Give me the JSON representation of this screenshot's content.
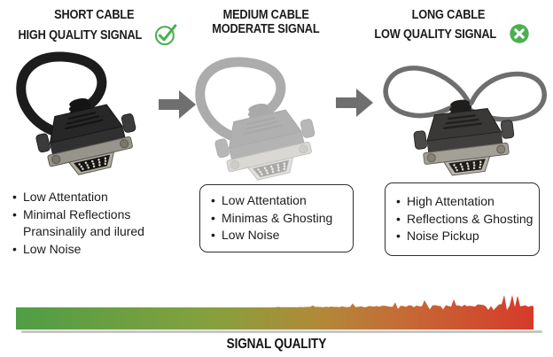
{
  "headers": [
    {
      "line1": "SHORT CABLE",
      "line2": "HIGH QUALITY SIGNAL",
      "icon": "check-circle-icon"
    },
    {
      "line1": "MEDIUM CABLE",
      "line2": "MODERATE SIGNAL",
      "icon": null
    },
    {
      "line1": "LONG CABLE",
      "line2": "LOW QUALITY SIGNAL",
      "icon": "x-circle-icon"
    }
  ],
  "cables": [
    {
      "name": "short-vga-cable"
    },
    {
      "name": "medium-vga-cable-faded"
    },
    {
      "name": "long-vga-cable"
    }
  ],
  "bullet_char": "•",
  "lists": [
    {
      "boxed": false,
      "items": [
        {
          "text": "Low Attentation"
        },
        {
          "text": "Minimal Reflections",
          "wrap": "Pransinalily and ilured"
        },
        {
          "text": "Low Noise"
        }
      ]
    },
    {
      "boxed": true,
      "items": [
        {
          "text": "Low Attentation"
        },
        {
          "text": "Minimas & Ghosting"
        },
        {
          "text": "Low Noise"
        }
      ]
    },
    {
      "boxed": true,
      "items": [
        {
          "text": "High Attentation"
        },
        {
          "text": "Reflections & Ghosting"
        },
        {
          "text": "Noise Pickup"
        }
      ]
    }
  ],
  "footer": {
    "label": "SIGNAL QUALITY"
  },
  "colors": {
    "accent_green": "#4caf50",
    "arrow_gray": "#6f6f6f",
    "text": "#1c1c1c",
    "gradient": [
      "#4f9e45",
      "#86a03d",
      "#b08a38",
      "#c66a36",
      "#d63a2a"
    ]
  }
}
